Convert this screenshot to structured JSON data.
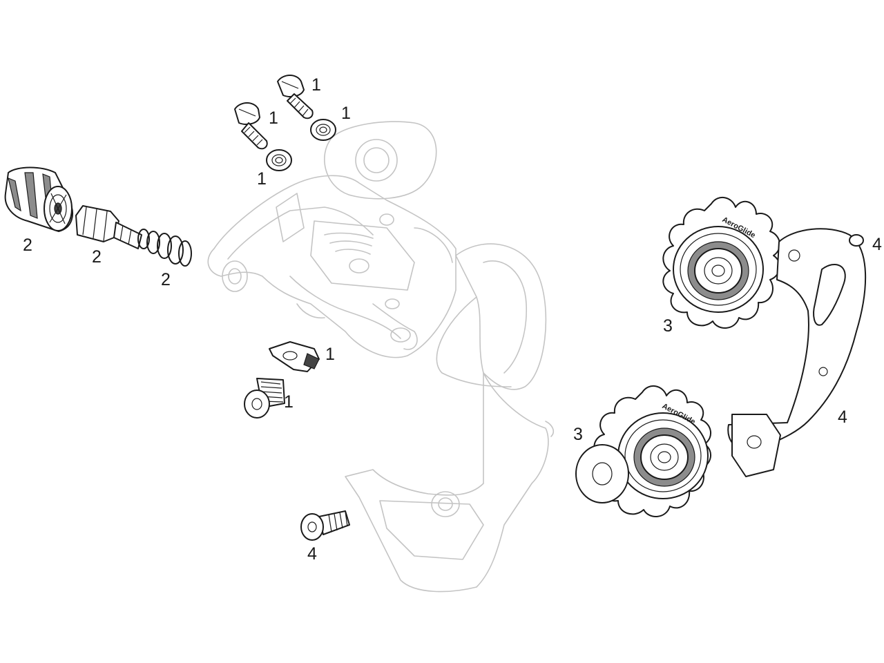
{
  "diagram": {
    "brand_text": "AeroGlide",
    "callouts": {
      "c1a": "1",
      "c1b": "1",
      "c1c": "1",
      "c1d": "1",
      "c1e": "1",
      "c1f": "1",
      "c2a": "2",
      "c2b": "2",
      "c2c": "2",
      "c3a": "3",
      "c3b": "3",
      "c4a": "4",
      "c4b": "4",
      "c4c": "4"
    },
    "colors": {
      "ink": "#1a1a1a",
      "ghost": "#c4c4c4",
      "shade": "#8c8c8c"
    }
  }
}
